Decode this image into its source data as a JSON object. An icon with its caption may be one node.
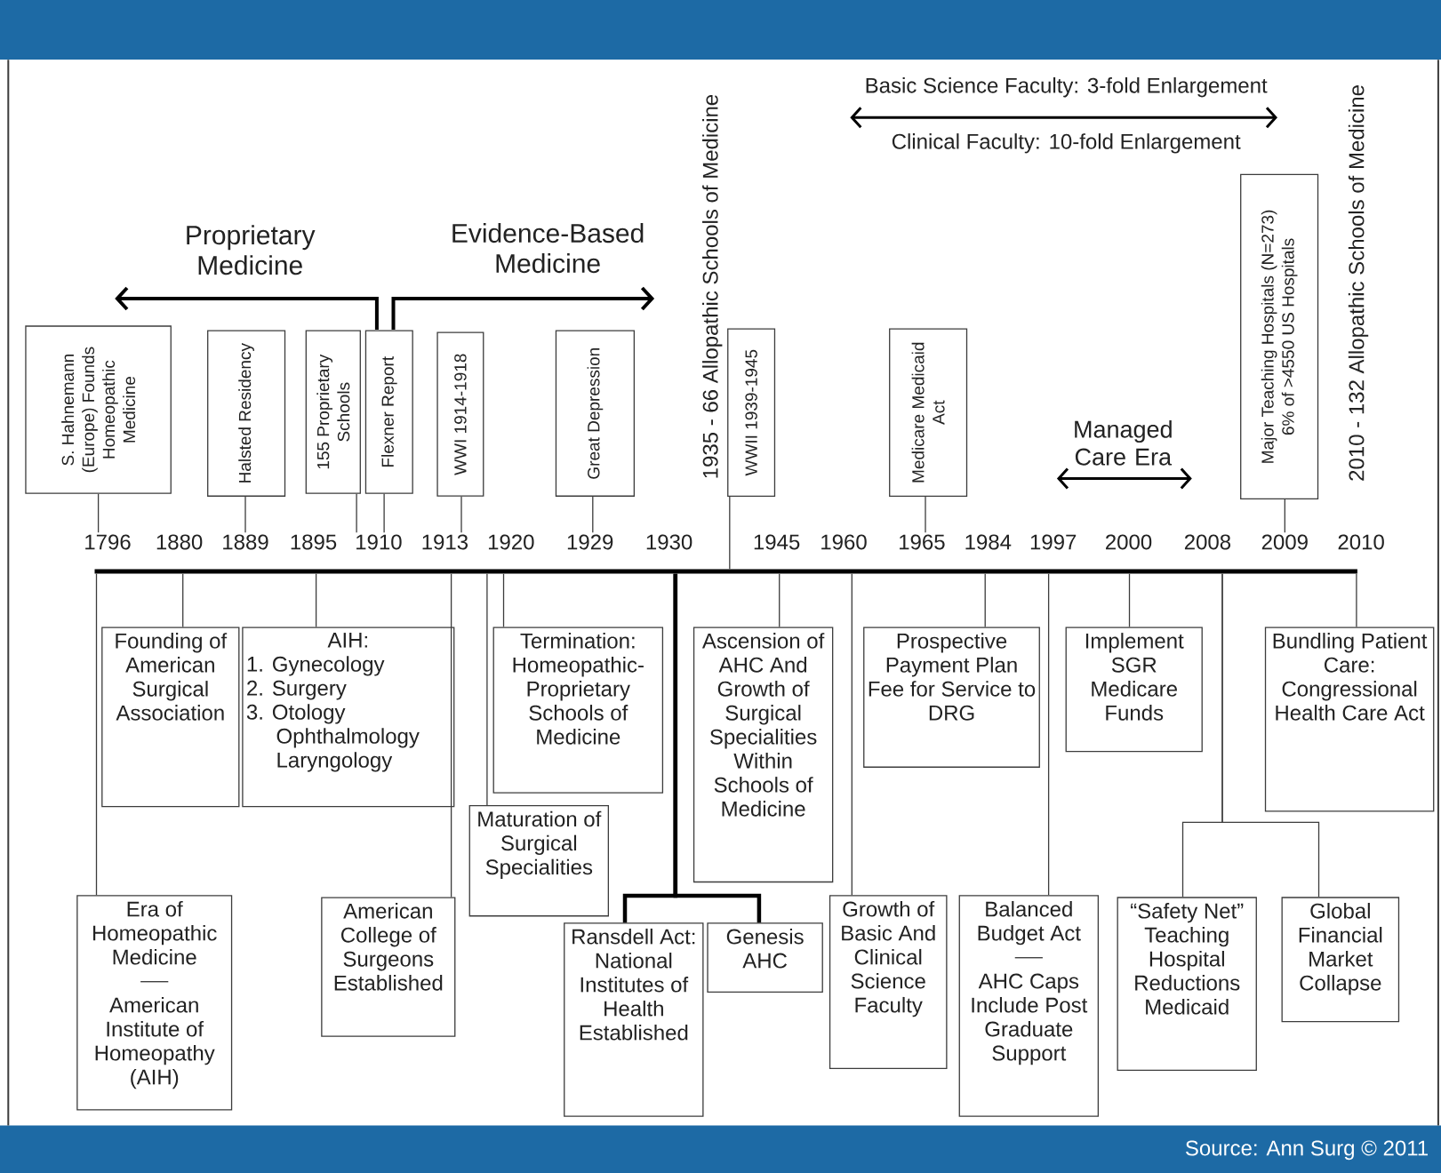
{
  "diagram": {
    "caption": "Source: Ann Surg © 2011",
    "nodes": [
      {
        "text": [
          "S. Hahnemann (Europe) Founds Homeopathic Medicine"
        ]
      },
      {
        "text": [
          "Halsted Residency"
        ]
      },
      {
        "text": [
          "155 Proprietary Schools"
        ]
      },
      {
        "text": [
          "Flexner Report"
        ]
      },
      {
        "text": [
          "WWI 1914-1918"
        ]
      },
      {
        "text": [
          "Great Depression"
        ]
      },
      {
        "text": [
          "WWII 1939-1945"
        ]
      },
      {
        "text": [
          "Medicare Medicaid Act"
        ]
      },
      {
        "text": [
          "Major Teaching Hospitals (N=273) 6% of >4550 US Hospitals"
        ]
      },
      {
        "text": [
          "1796"
        ]
      },
      {
        "text": [
          "1889"
        ]
      },
      {
        "text": [
          "1910"
        ]
      },
      {
        "text": [
          "1913"
        ]
      },
      {
        "text": [
          "1929"
        ]
      },
      {
        "text": [
          "1965"
        ]
      },
      {
        "text": [
          "2009"
        ]
      },
      {
        "text": [],
        "shape": "bar"
      },
      {
        "text": [
          "Founding of American Surgical Association"
        ]
      },
      {
        "text": [
          "AIH:",
          "1. Gynecology",
          "2. Surgery",
          "3. Otology Ophthalmology Laryngology"
        ]
      },
      {
        "text": [
          "Termination: Homeopathic-Proprietary Schools of Medicine"
        ]
      },
      {
        "text": [
          "Ascension of AHC And Growth of Surgical Specialities Within Schools of Medicine"
        ]
      },
      {
        "text": [
          "Prospective Payment Plan Fee for Service to DRG"
        ]
      },
      {
        "text": [
          "Implement SGR Medicare Funds"
        ]
      },
      {
        "text": [
          "Bundling Patient Care: Congressional Health Care Act"
        ]
      },
      {
        "text": [
          "Maturation of Surgical Specialities"
        ]
      },
      {
        "text": [
          "Era of Homeopathic Medicine",
          "American Institute of Homeopathy (AIH)"
        ]
      },
      {
        "text": [
          "American College of Surgeons Established"
        ]
      },
      {
        "text": [
          "Ransdell Act: National Institutes of Health Established"
        ]
      },
      {
        "text": [
          "Genesis AHC"
        ]
      },
      {
        "text": [
          "Growth of Basic And Clinical Science Faculty"
        ]
      },
      {
        "text": [
          "Balanced Budget Act",
          "AHC Caps Include Post Graduate Support"
        ]
      },
      {
        "text": [
          "“Safety Net” Teaching Hospital Reductions Medicaid"
        ]
      },
      {
        "text": [
          "Global Financial Market Collapse"
        ]
      }
    ],
    "edges": [
      {
        "from": 0,
        "to": 9,
        "arrow": "none"
      },
      {
        "from": 1,
        "to": 10,
        "arrow": "none"
      },
      {
        "from": 2,
        "to": 11,
        "arrow": "none"
      },
      {
        "from": 3,
        "to": 11,
        "arrow": "none"
      },
      {
        "from": 4,
        "to": 12,
        "arrow": "none"
      },
      {
        "from": 5,
        "to": 13,
        "arrow": "none"
      },
      {
        "from": 7,
        "to": 14,
        "arrow": "none"
      },
      {
        "from": 8,
        "to": 15,
        "arrow": "none"
      },
      {
        "from": 6,
        "to": 16,
        "arrow": "none"
      },
      {
        "from": 16,
        "to": 17,
        "arrow": "none"
      },
      {
        "from": 16,
        "to": 18,
        "arrow": "none"
      },
      {
        "from": 16,
        "to": 19,
        "arrow": "none"
      },
      {
        "from": 16,
        "to": 20,
        "arrow": "none"
      },
      {
        "from": 16,
        "to": 21,
        "arrow": "none"
      },
      {
        "from": 16,
        "to": 22,
        "arrow": "none"
      },
      {
        "from": 16,
        "to": 23,
        "arrow": "none"
      },
      {
        "from": 16,
        "to": 24,
        "arrow": "none"
      },
      {
        "from": 16,
        "to": 25,
        "arrow": "none"
      },
      {
        "from": 16,
        "to": 26,
        "arrow": "none"
      },
      {
        "from": 16,
        "to": 27,
        "arrow": "none",
        "style": "thick"
      },
      {
        "from": 16,
        "to": 28,
        "arrow": "none",
        "style": "thick"
      },
      {
        "from": 16,
        "to": 29,
        "arrow": "none"
      },
      {
        "from": 16,
        "to": 30,
        "arrow": "none"
      },
      {
        "from": 16,
        "to": 31,
        "arrow": "none"
      },
      {
        "from": 16,
        "to": 32,
        "arrow": "none"
      }
    ],
    "labels": [
      "Basic Science Faculty: 3-fold Enlargement",
      "Clinical Faculty: 10-fold Enlargement",
      "1935 - 66 Allopathic Schools of Medicine",
      "2010 - 132 Allopathic Schools of Medicine",
      "Proprietary Medicine",
      "Evidence-Based Medicine",
      "Managed Care Era",
      "1880",
      "1895",
      "1920",
      "1930",
      "1945",
      "1960",
      "1984",
      "1997",
      "2000",
      "2008",
      "2010"
    ]
  }
}
